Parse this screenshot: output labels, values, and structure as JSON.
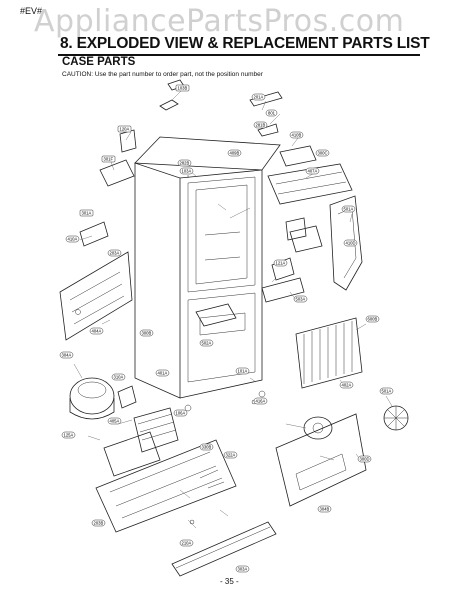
{
  "header": {
    "model_code": "#EV#",
    "watermark": "AppliancePartsPros.com",
    "title": "8. EXPLODED VIEW & REPLACEMENT PARTS LIST",
    "subtitle": "CASE PARTS",
    "caution": "CAUTION: Use the part number to order part, not the position number"
  },
  "page_number": "- 35 -",
  "part_labels": [
    "103B",
    "201A",
    "801",
    "281B",
    "410B",
    "409B",
    "282B",
    "120A",
    "301F",
    "301A",
    "410A",
    "203A",
    "501A",
    "407A",
    "300C",
    "410D",
    "121A",
    "503A",
    "600B",
    "502A",
    "404A",
    "304A",
    "300B",
    "310A",
    "401A",
    "405A",
    "416A",
    "101A",
    "103A",
    "106A",
    "330B",
    "125A",
    "322A",
    "501A",
    "402A",
    "300D",
    "304B",
    "203B",
    "210A",
    "303A"
  ]
}
